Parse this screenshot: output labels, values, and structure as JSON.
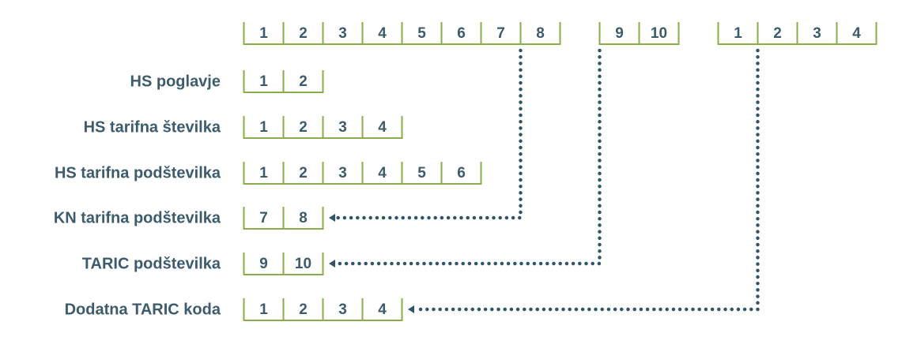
{
  "colors": {
    "text": "#3c5b6c",
    "border": "#8aac4a",
    "dots": "#2f5566"
  },
  "header": {
    "group_a": [
      "1",
      "2",
      "3",
      "4",
      "5",
      "6",
      "7",
      "8"
    ],
    "group_b": [
      "9",
      "10"
    ],
    "group_c": [
      "1",
      "2",
      "3",
      "4"
    ]
  },
  "rows": [
    {
      "label": "HS poglavje",
      "digits": [
        "1",
        "2"
      ]
    },
    {
      "label": "HS tarifna številka",
      "digits": [
        "1",
        "2",
        "3",
        "4"
      ]
    },
    {
      "label": "HS tarifna podštevilka",
      "digits": [
        "1",
        "2",
        "3",
        "4",
        "5",
        "6"
      ]
    },
    {
      "label": "KN tarifna podštevilka",
      "digits": [
        "7",
        "8"
      ]
    },
    {
      "label": "TARIC podštevilka",
      "digits": [
        "9",
        "10"
      ]
    },
    {
      "label": "Dodatna TARIC koda",
      "digits": [
        "1",
        "2",
        "3",
        "4"
      ]
    }
  ],
  "connectors": [
    {
      "from_group": "group_a",
      "from_index": 7,
      "to_row": 3
    },
    {
      "from_group": "group_b",
      "from_index": 0,
      "to_row": 4
    },
    {
      "from_group": "group_c",
      "from_index": 1,
      "to_row": 5
    }
  ]
}
